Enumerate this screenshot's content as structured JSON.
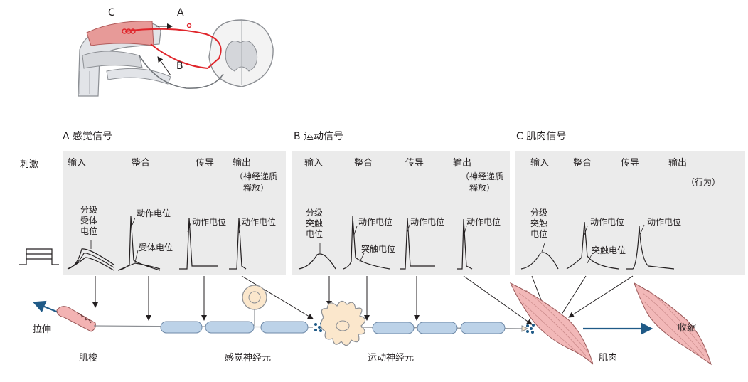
{
  "top_diagram": {
    "label_c": "C",
    "label_a": "A",
    "label_b": "B"
  },
  "sections": {
    "a": {
      "title": "A  感觉信号",
      "input": "输入",
      "integration": "整合",
      "conduction": "传导",
      "output": "输出",
      "output_note": "（神经递质\n释放）",
      "graded_receptor": "分级\n受体\n电位",
      "ap_integration": "动作电位",
      "receptor_potential": "受体电位",
      "ap_conduction": "动作电位",
      "ap_output": "动作电位"
    },
    "b": {
      "title": "B  运动信号",
      "input": "输入",
      "integration": "整合",
      "conduction": "传导",
      "output": "输出",
      "output_note": "（神经递质\n释放）",
      "graded_synaptic": "分级\n突触\n电位",
      "ap_integration": "动作电位",
      "synaptic_potential": "突触电位",
      "ap_conduction": "动作电位",
      "ap_output": "动作电位"
    },
    "c": {
      "title": "C  肌肉信号",
      "input": "输入",
      "integration": "整合",
      "conduction": "传导",
      "output": "输出",
      "output_note": "（行为）",
      "graded_synaptic": "分级\n突触\n电位",
      "ap_integration": "动作电位",
      "synaptic_potential": "突触电位",
      "ap_conduction": "动作电位"
    }
  },
  "stimulus_label": "刺激",
  "bottom": {
    "stretch": "拉伸",
    "spindle": "肌梭",
    "sensory_neuron": "感觉神经元",
    "motor_neuron": "运动神经元",
    "muscle": "肌肉",
    "contraction": "收缩"
  },
  "colors": {
    "panel": "#ebebeb",
    "axon_red": "#e0252b",
    "myelin": "#bcd2e8",
    "muscle_pink": "#f2b8b8",
    "arrow_blue": "#1f5a87",
    "soma": "#fbe7cc"
  }
}
